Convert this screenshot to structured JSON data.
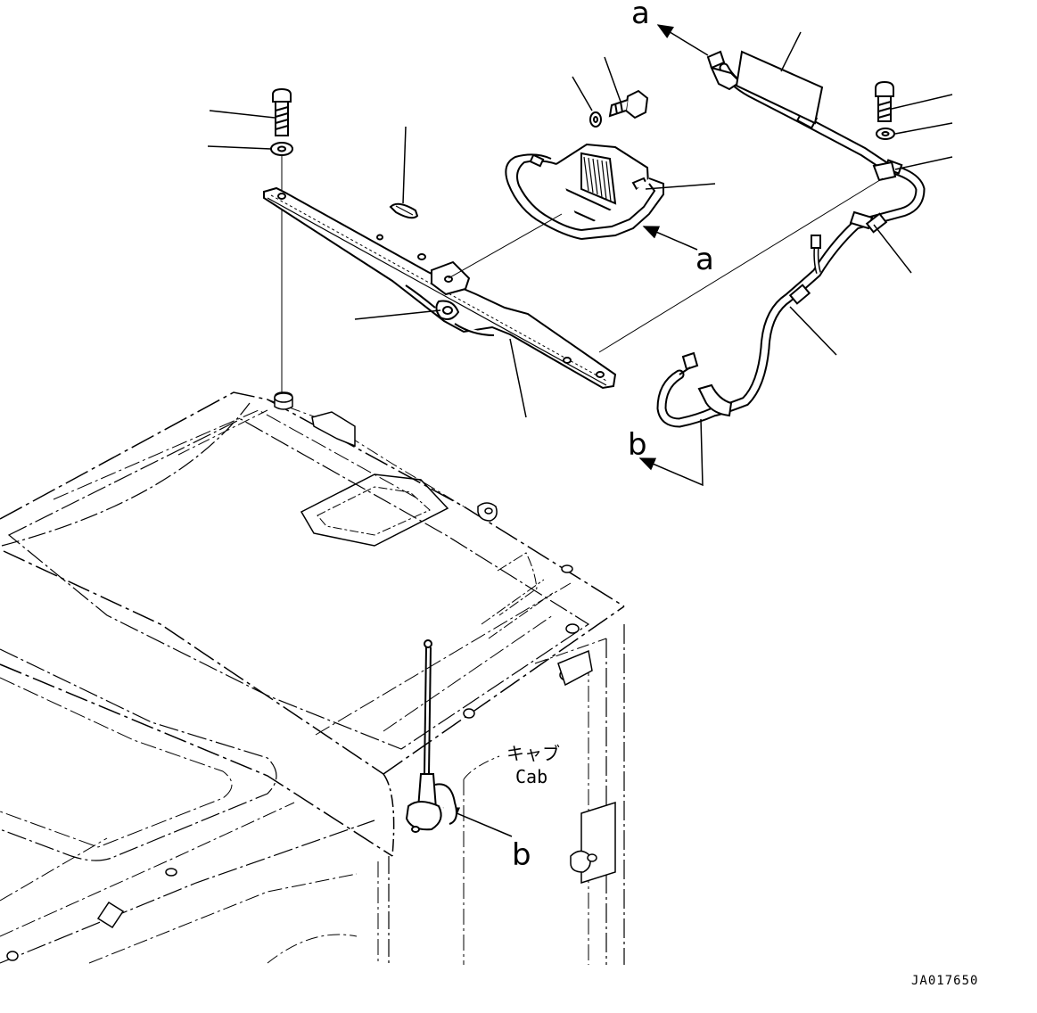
{
  "labels": {
    "callout_a_top": "a",
    "callout_a_mid": "a",
    "callout_b_left": "b",
    "callout_b_bottom": "b",
    "cab_jp": "キャブ",
    "cab_en": "Cab",
    "drawing_code": "JA017650"
  }
}
